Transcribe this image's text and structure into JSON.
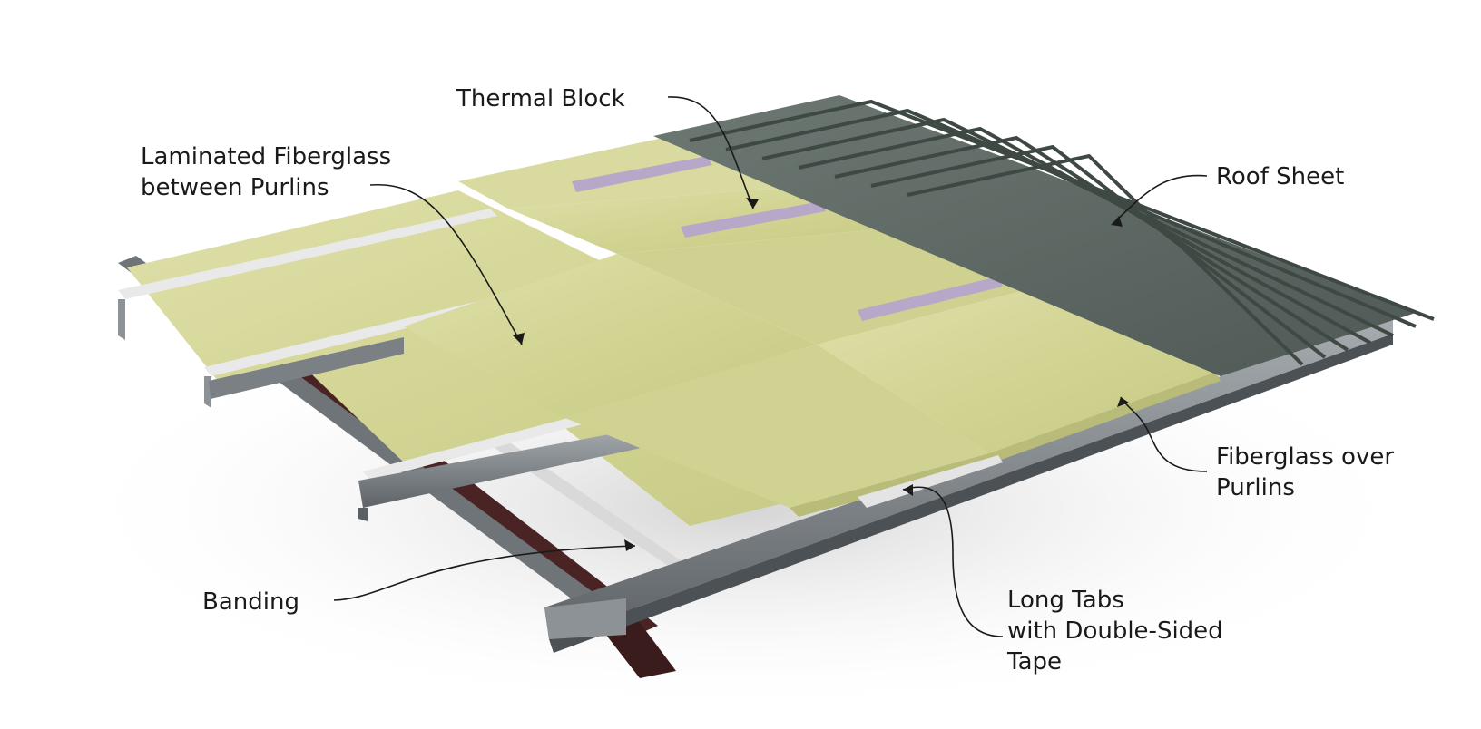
{
  "callouts": {
    "thermal_block": [
      "Thermal Block"
    ],
    "laminated_fiberglass": [
      "Laminated Fiberglass",
      "between Purlins"
    ],
    "roof_sheet": [
      "Roof Sheet"
    ],
    "fiberglass_over_purlins": [
      "Fiberglass over",
      "Purlins"
    ],
    "banding": [
      "Banding"
    ],
    "long_tabs": [
      "Long Tabs",
      "with Double-Sided",
      "Tape"
    ]
  },
  "colors": {
    "fiberglass": "#d4d59a",
    "fiberglass_shade": "#b9bb78",
    "thermal_block": "#b7a8c9",
    "roof_sheet": "#5d6863",
    "roof_rib": "#3f4944",
    "purlin": "#8d9296",
    "purlin_dark": "#5b6065",
    "banding": "#4a2424",
    "leader_line": "#1a1a1a"
  }
}
